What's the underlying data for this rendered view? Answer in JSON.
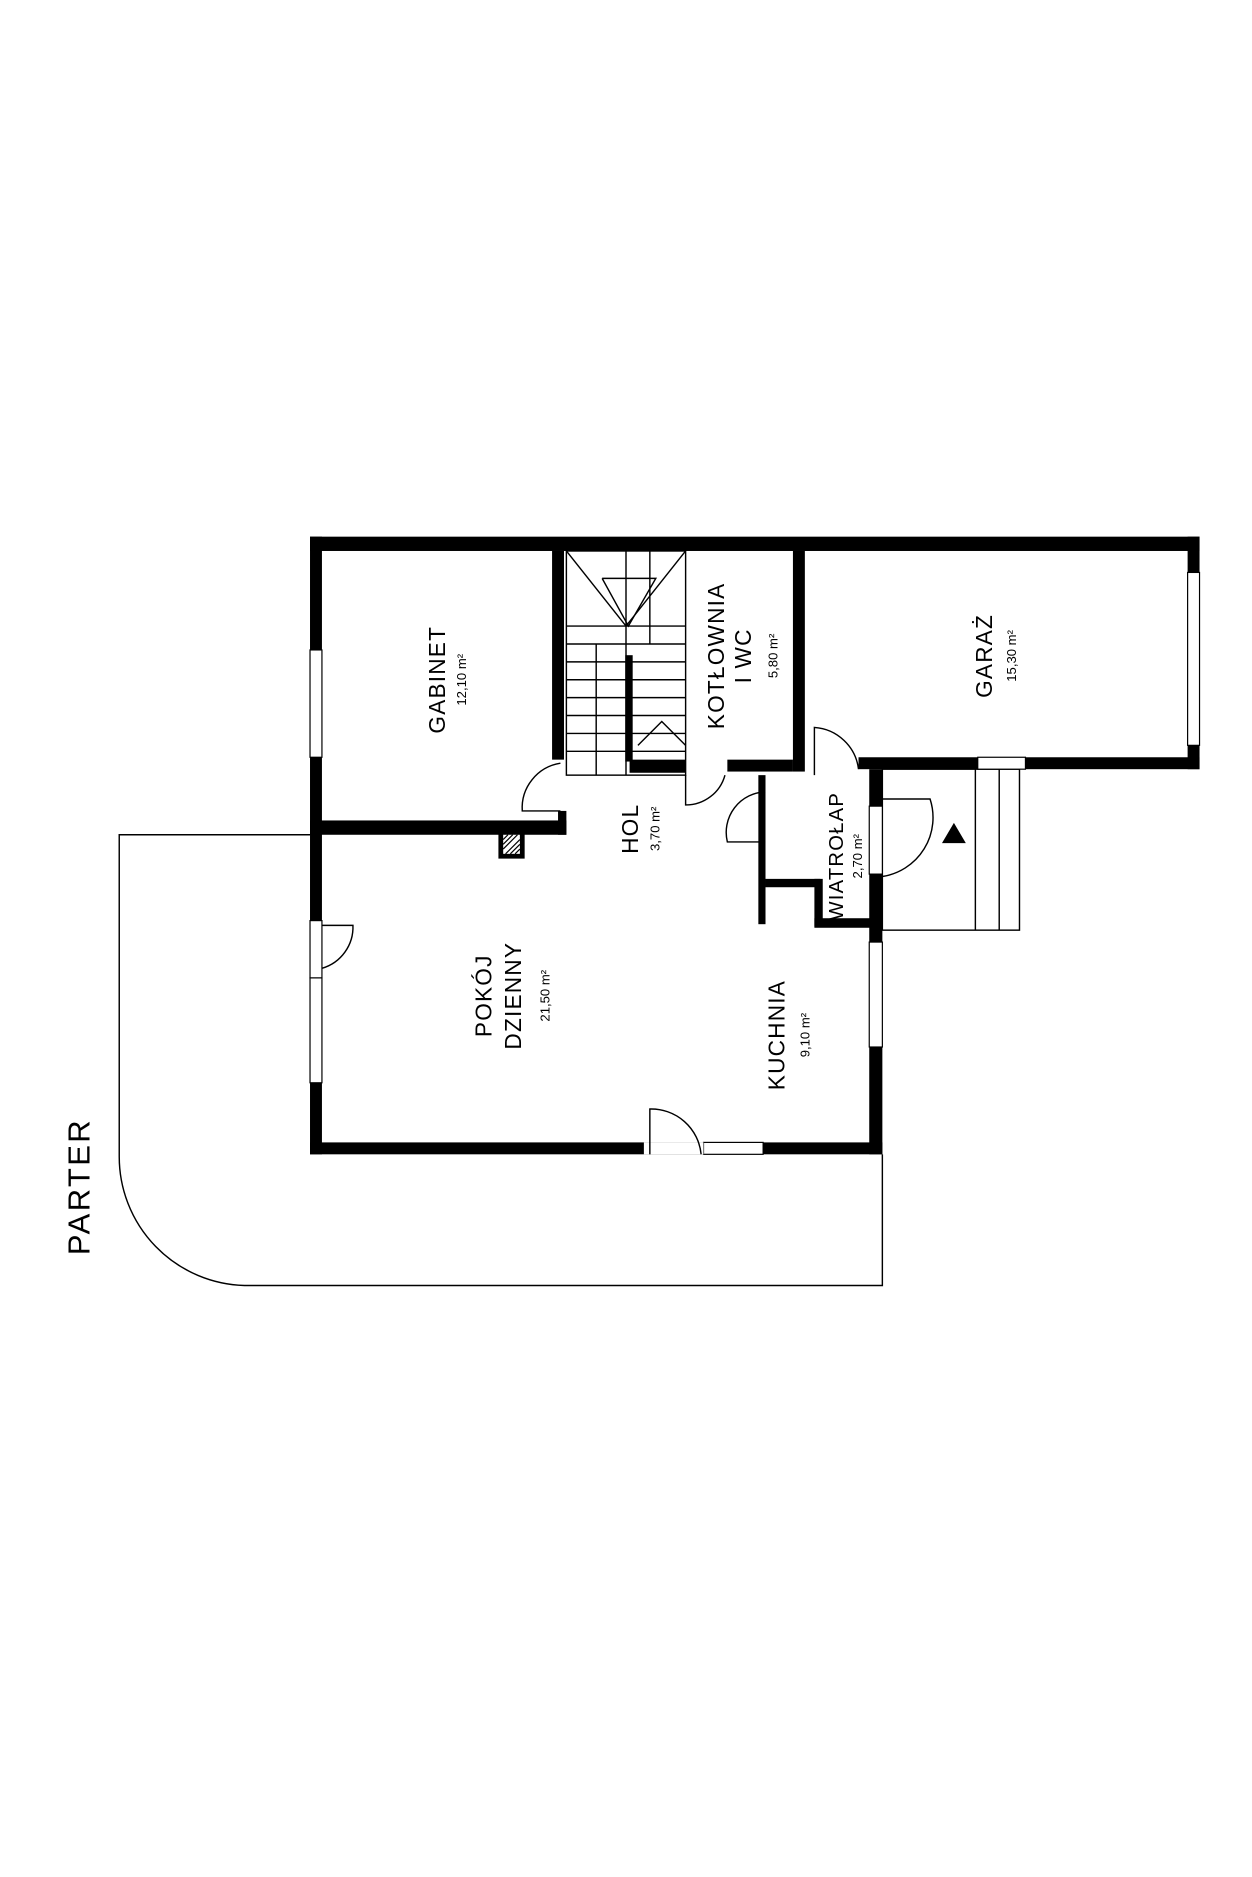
{
  "plan": {
    "title": "PARTER",
    "rooms": {
      "gabinet": {
        "name": "GABINET",
        "area": "12,10 m²"
      },
      "kotlownia": {
        "name_line1": "KOTŁOWNIA",
        "name_line2": "I WC",
        "area": "5,80 m²"
      },
      "garaz": {
        "name": "GARAŻ",
        "area": "15,30 m²"
      },
      "hol": {
        "name": "HOL",
        "area": "3,70 m²"
      },
      "wiatrolap": {
        "name": "WIATROŁAP",
        "area": "2,70 m²"
      },
      "pokoj": {
        "name_line1": "POKÓJ",
        "name_line2": "DZIENNY",
        "area": "21,50 m²"
      },
      "kuchnia": {
        "name": "KUCHNIA",
        "area": "9,10 m²"
      }
    },
    "colors": {
      "wall": "#000000",
      "background": "#ffffff"
    }
  }
}
